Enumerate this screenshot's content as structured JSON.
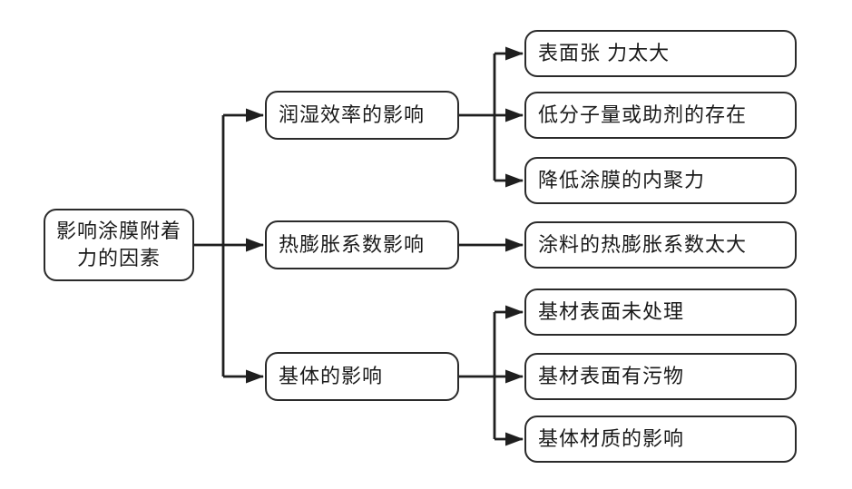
{
  "diagram": {
    "title": "影响涂膜附着力的因素",
    "root": {
      "label": "影响涂膜附着力的因素",
      "label_line1": "影响涂膜附着",
      "label_line2": "力的因素"
    },
    "branches": [
      {
        "label": "润湿效率的影响",
        "children": [
          "表面张 力太大",
          "低分子量或助剂的存在",
          "降低涂膜的内聚力"
        ]
      },
      {
        "label": "热膨胀系数影响",
        "children": [
          "涂料的热膨胀系数太大"
        ]
      },
      {
        "label": "基体的影响",
        "children": [
          "基材表面未处理",
          "基材表面有污物",
          "基体材质的影响"
        ]
      }
    ],
    "colors": {
      "line": "#1f1f1f",
      "box_border": "#2a2a2a",
      "box_fill": "#ffffff",
      "text": "#1a1a1a",
      "background": "#ffffff"
    }
  }
}
